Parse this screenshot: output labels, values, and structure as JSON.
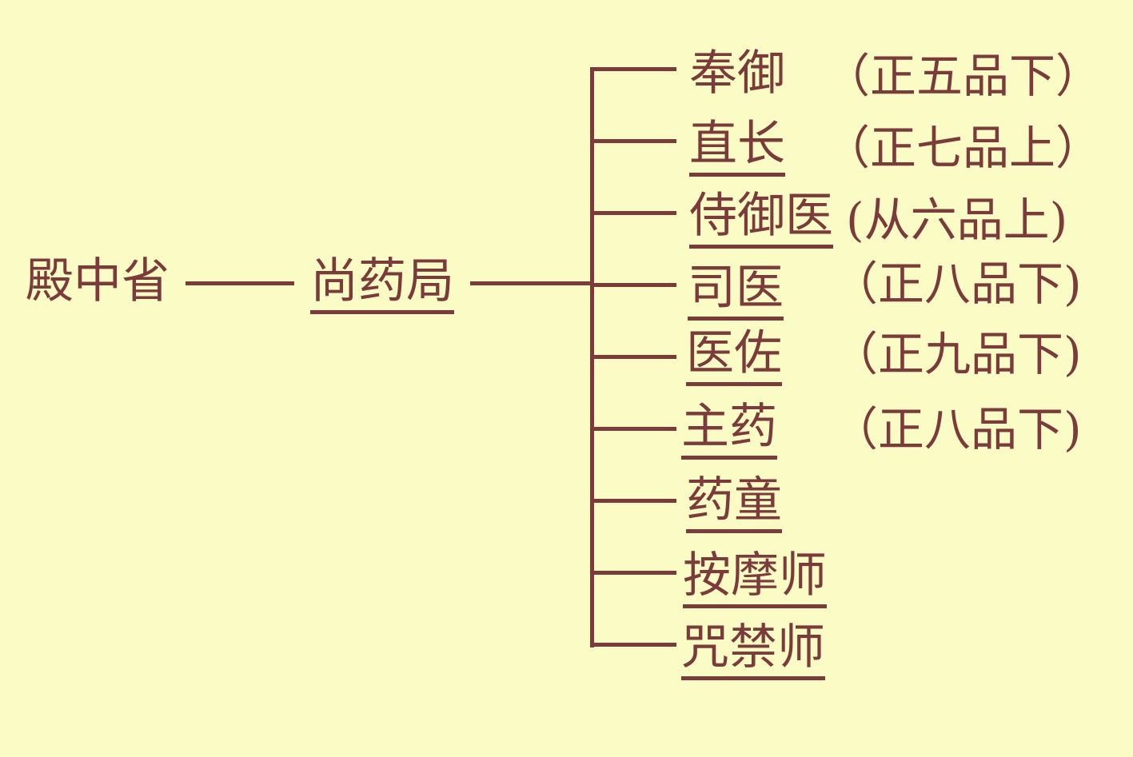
{
  "root": {
    "label": "殿中省"
  },
  "bureau": {
    "label": "尚药局"
  },
  "officials": [
    {
      "title": "奉御",
      "rank": "（正五品下）"
    },
    {
      "title": "直长",
      "rank": "（正七品上）"
    },
    {
      "title": "侍御医",
      "rank": "(从六品上)"
    },
    {
      "title": "司医",
      "rank": "（正八品下)"
    },
    {
      "title": "医佐",
      "rank": "（正九品下)"
    },
    {
      "title": "主药",
      "rank": "（正八品下)"
    },
    {
      "title": "药童",
      "rank": ""
    },
    {
      "title": "按摩师",
      "rank": ""
    },
    {
      "title": "咒禁师",
      "rank": ""
    }
  ],
  "colors": {
    "background": "#fbfbc6",
    "ink": "#7a3b3a"
  }
}
